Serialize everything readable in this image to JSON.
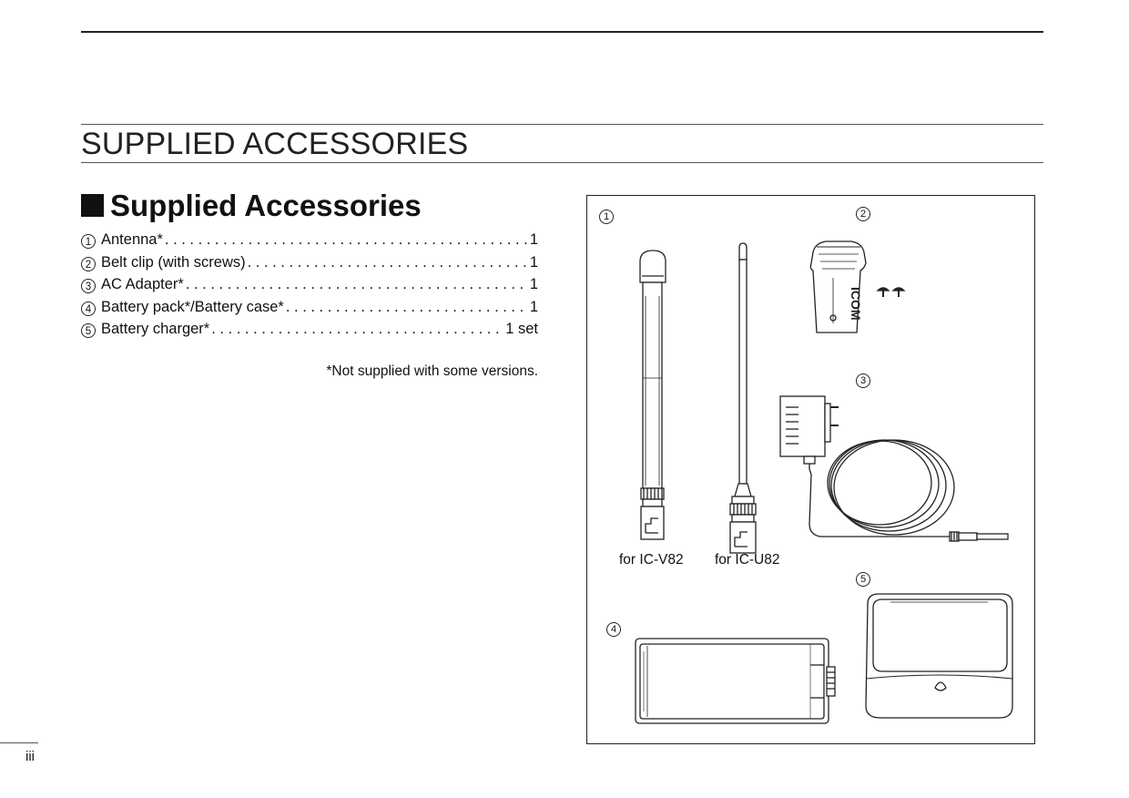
{
  "section_title": "SUPPLIED ACCESSORIES",
  "sub_heading": "Supplied Accessories",
  "accessories": [
    {
      "num": "1",
      "name": "Antenna*",
      "qty": "1"
    },
    {
      "num": "2",
      "name": "Belt clip (with screws)",
      "qty": "1"
    },
    {
      "num": "3",
      "name": "AC Adapter*",
      "qty": "1"
    },
    {
      "num": "4",
      "name": "Battery pack*/Battery case*",
      "qty": "1"
    },
    {
      "num": "5",
      "name": "Battery charger*",
      "qty": "1 set"
    }
  ],
  "footnote": "*Not supplied with some versions.",
  "figure": {
    "callouts": [
      "1",
      "2",
      "3",
      "4",
      "5"
    ],
    "antenna_v82_label": "for IC-V82",
    "antenna_u82_label": "for IC-U82",
    "clip_logo_text": "ICOM"
  },
  "page_number": "iii"
}
